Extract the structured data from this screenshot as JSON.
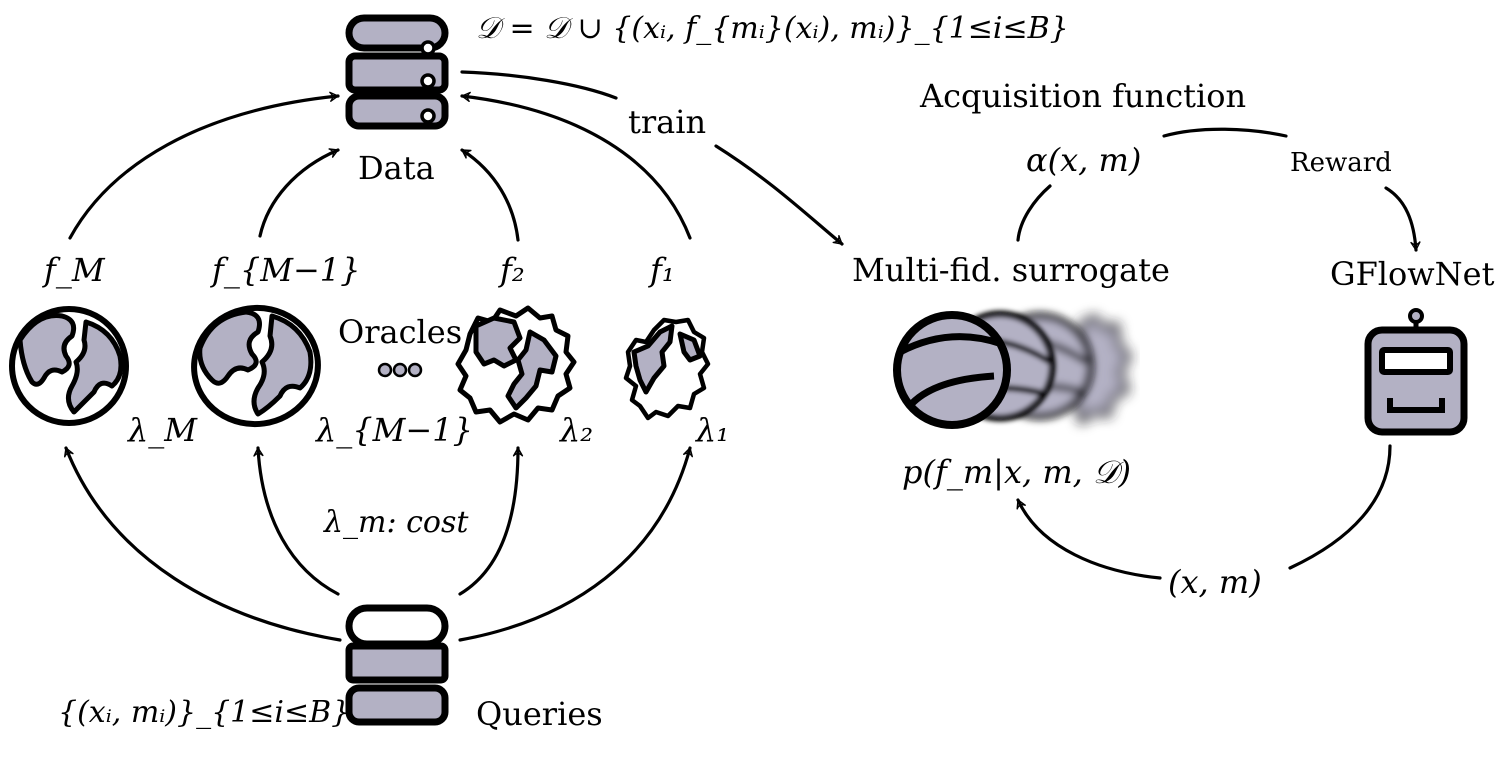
{
  "labels": {
    "data_update": "𝒟 = 𝒟 ∪ {(xᵢ, f_{mᵢ}(xᵢ), mᵢ)}_{1≤i≤B}",
    "data": "Data",
    "train": "train",
    "acquisition_function": "Acquisition function",
    "alpha": "α(x, m)",
    "reward": "Reward",
    "surrogate": "Multi-fid. surrogate",
    "gflownet": "GFlowNet",
    "posterior": "p(f_m|x, m, 𝒟)",
    "xm": "(x, m)",
    "queries": "Queries",
    "query_set": "{(xᵢ, mᵢ)}_{1≤i≤B}",
    "oracles": "Oracles",
    "ellipsis": "∘∘∘",
    "cost": "λ_m: cost",
    "f_M": "f_M",
    "f_M_minus_1": "f_{M−1}",
    "f_2": "f₂",
    "f_1": "f₁",
    "lambda_M": "λ_M",
    "lambda_M_minus_1": "λ_{M−1}",
    "lambda_2": "λ₂",
    "lambda_1": "λ₁"
  },
  "colors": {
    "fill": "#b3b1c4",
    "stroke": "#000000"
  },
  "icons": [
    "database-icon",
    "globe-icon",
    "crumpled-globe-icon",
    "sphere-icon",
    "robot-icon"
  ]
}
